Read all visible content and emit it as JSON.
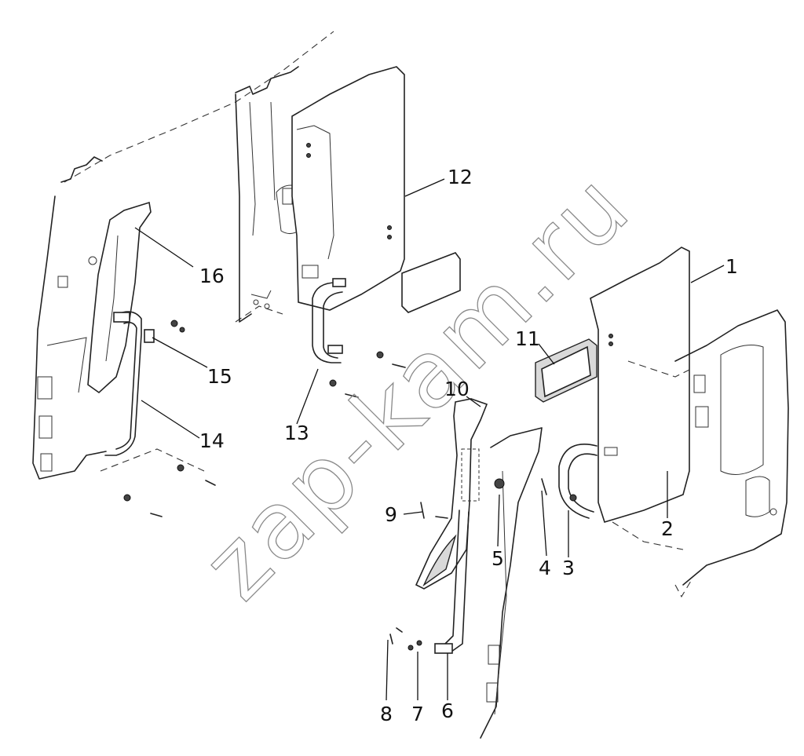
{
  "watermark": "zap-kam.ru",
  "callouts": [
    {
      "id": "1",
      "label": "1"
    },
    {
      "id": "2",
      "label": "2"
    },
    {
      "id": "3",
      "label": "3"
    },
    {
      "id": "4",
      "label": "4"
    },
    {
      "id": "5",
      "label": "5"
    },
    {
      "id": "6",
      "label": "6"
    },
    {
      "id": "7",
      "label": "7"
    },
    {
      "id": "8",
      "label": "8"
    },
    {
      "id": "9",
      "label": "9"
    },
    {
      "id": "10",
      "label": "10"
    },
    {
      "id": "11",
      "label": "11"
    },
    {
      "id": "12",
      "label": "12"
    },
    {
      "id": "13",
      "label": "13"
    },
    {
      "id": "14",
      "label": "14"
    },
    {
      "id": "15",
      "label": "15"
    },
    {
      "id": "16",
      "label": "16"
    }
  ]
}
